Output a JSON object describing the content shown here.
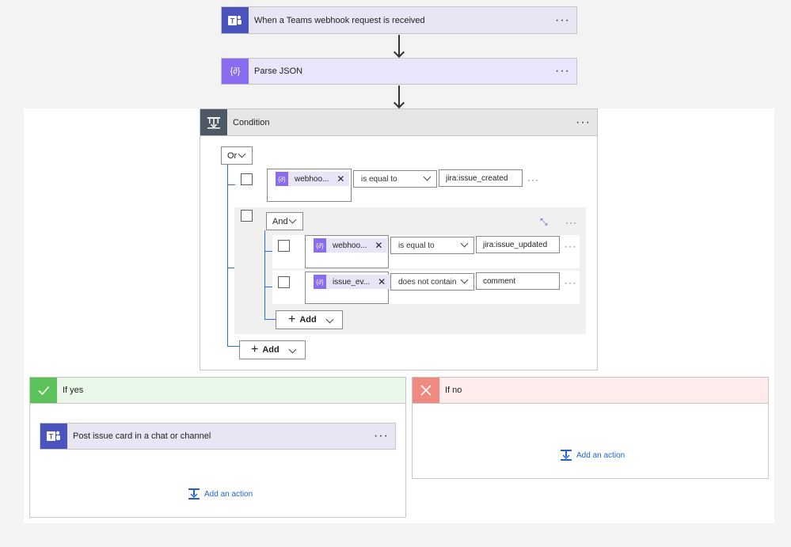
{
  "trigger": {
    "title": "When a Teams webhook request is received",
    "menu": "···",
    "color": "#4b53bc"
  },
  "parse": {
    "title": "Parse JSON",
    "menu": "···",
    "color": "#8a6cf0",
    "icon": "{∂}"
  },
  "condition": {
    "title": "Condition",
    "menu": "···",
    "group_op": "Or",
    "row1": {
      "token": "webhoo...",
      "operator": "is equal to",
      "value": "jira:issue_created"
    },
    "inner_op": "And",
    "row2": {
      "token": "webhoo...",
      "operator": "is equal to",
      "value": "jira:issue_updated"
    },
    "row3": {
      "token": "issue_ev...",
      "operator": "does not contain",
      "value": "comment"
    },
    "add_inner": "Add",
    "add_outer": "Add"
  },
  "if_yes": {
    "title": "If yes",
    "action": "Post issue card in a chat or channel",
    "action_menu": "···",
    "add_action": "Add an action",
    "color": "#5cc25a"
  },
  "if_no": {
    "title": "If no",
    "add_action": "Add an action",
    "color": "#f08a80"
  }
}
